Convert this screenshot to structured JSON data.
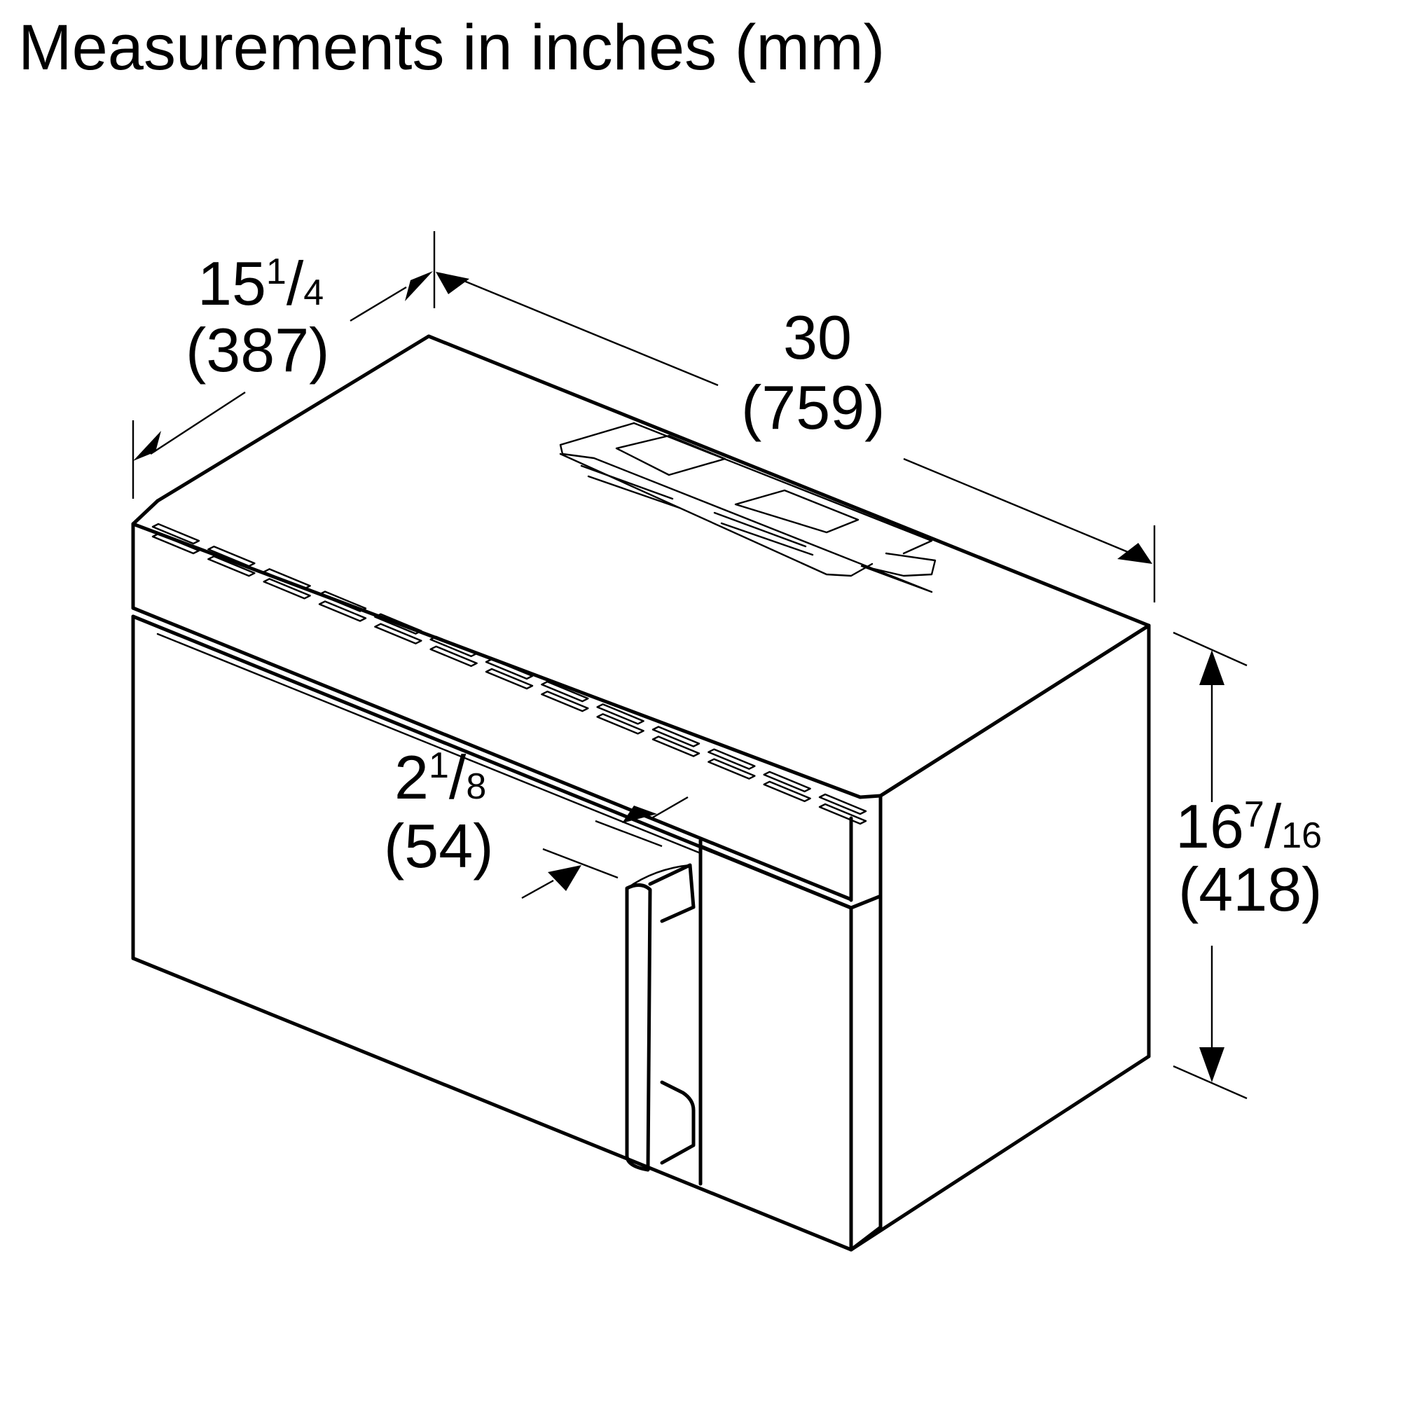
{
  "title": "Measurements in inches (mm)",
  "dimensions": {
    "depth": {
      "whole": "15",
      "num": "1",
      "den": "4",
      "mm": "(387)"
    },
    "width": {
      "whole": "30",
      "mm": "(759)"
    },
    "height": {
      "whole": "16",
      "num": "7",
      "den": "16",
      "mm": "(418)"
    },
    "handle": {
      "whole": "2",
      "num": "1",
      "den": "8",
      "mm": "(54)"
    }
  }
}
